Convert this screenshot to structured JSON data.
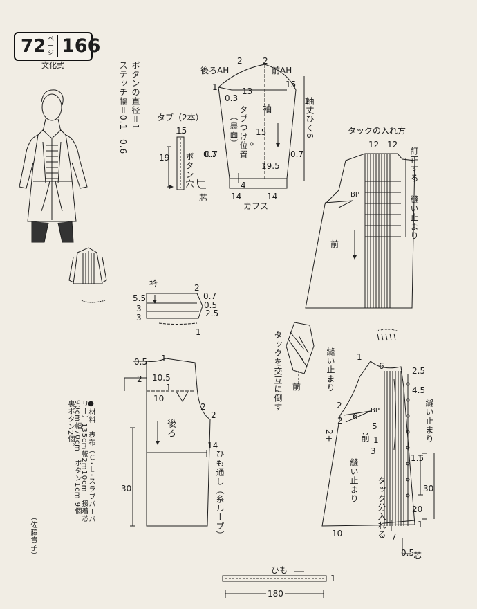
{
  "header": {
    "page_num": "72",
    "page_word": "ページ",
    "pattern_num": "166",
    "method": "文化式"
  },
  "notes": {
    "button_diameter": "ボタンの直径＝1",
    "stitch_width": "ステッチ幅＝0.1　0.6",
    "materials": "●材料　表布（Ｃ･Ｌ･スラブバーバリー）135cm幅2m10cm　接着芯90cm幅70cm　ボタン1cm 9個　裏ボタン2個。",
    "maker": "（佐藤貴子）"
  },
  "tab": {
    "title": "タブ（2本）",
    "dims": [
      "15",
      "19",
      "0.7"
    ],
    "buttonhole": "ボタン穴",
    "interfacing": "芯"
  },
  "sleeve": {
    "back_ah": "後ろAH",
    "front_ah": "前AH",
    "label": "袖",
    "tab_pos": "タブつけ位置",
    "tab_pos_note": "（裏面）",
    "length": "袖丈ひく6",
    "cuff": "カフス",
    "dims": [
      "2",
      "2",
      "1",
      "1",
      "0.3",
      "13",
      "15",
      "15",
      "0.7",
      "0.7",
      "19.5",
      "4",
      "14",
      "14"
    ]
  },
  "tuck_method": {
    "title": "タックの入れ方",
    "baste": "訂正する",
    "stitch_stop": "縫い止まり",
    "front": "前",
    "bp": "BP",
    "dims": [
      "12",
      "12"
    ]
  },
  "collar": {
    "label": "衿",
    "dims": [
      "5.5",
      "3",
      "3",
      "2",
      "0.7",
      "0.5",
      "2.5",
      "1"
    ]
  },
  "tuck_detail": {
    "alternate": "タックを交互に倒す",
    "front": "前",
    "stitch_stop": "縫い止まり"
  },
  "back": {
    "label": "後ろ",
    "loop": "ひも通し（糸ループ）",
    "dims": [
      "0.5",
      "1",
      "2",
      "10.5",
      "1",
      "10",
      "2",
      "2",
      "14",
      "30"
    ]
  },
  "front": {
    "label": "前",
    "bp": "BP",
    "stitch_stop": "縫い止まり",
    "stitch_stop2": "縫い止まり",
    "tuck": "タック分入れる",
    "interfacing": "芯",
    "dims": [
      "1",
      "6",
      "2.5",
      "4.5",
      "2",
      "6",
      "5",
      "2",
      "1",
      "3",
      "1.5",
      "30",
      "20",
      "1",
      "7",
      "10",
      "0.5",
      "2+"
    ]
  },
  "tie": {
    "label": "ひも",
    "dims": [
      "1",
      "180"
    ]
  }
}
